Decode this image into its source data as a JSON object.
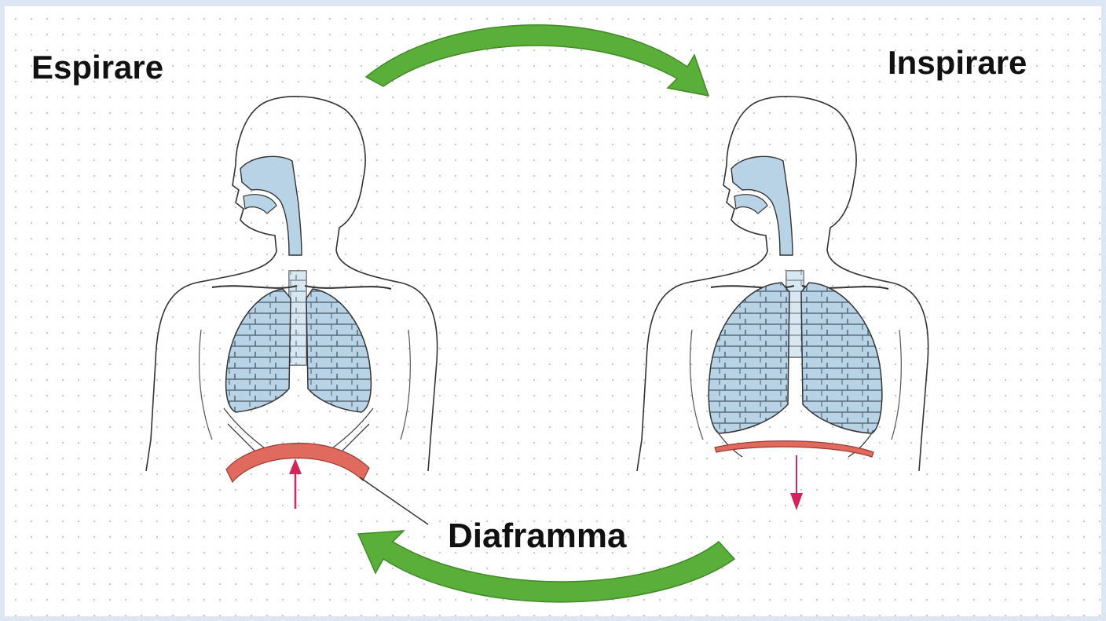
{
  "labels": {
    "exhale": "Espirare",
    "inhale": "Inspirare",
    "diaphragm": "Diaframma"
  },
  "colors": {
    "cycle_arrow": "#5aae3a",
    "cycle_arrow_edge": "#3f8a25",
    "airway_fill": "#b9d3e6",
    "diaphragm": "#e06a5e",
    "motion_arrow": "#d4245c",
    "outline": "#333333"
  },
  "icons": {
    "cycle": "curved-arrow-icon",
    "diaphragm_motion_exhale": "up-arrow-icon",
    "diaphragm_motion_inhale": "down-arrow-icon"
  }
}
